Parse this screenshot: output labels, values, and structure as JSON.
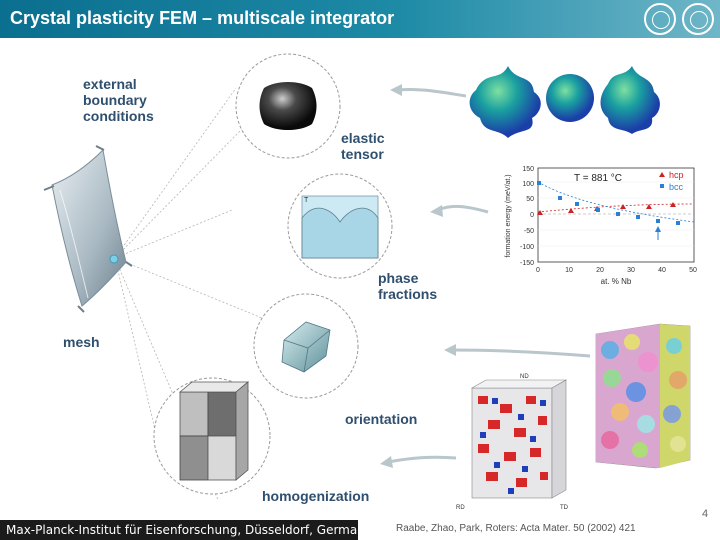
{
  "header": {
    "title": "Crystal plasticity FEM – multiscale integrator"
  },
  "labels": {
    "external_bc": "external\nboundary\nconditions",
    "elastic": "elastic\ntensor",
    "phase": "phase\nfractions",
    "mesh": "mesh",
    "orientation": "orientation",
    "homogenization": "homogenization"
  },
  "plot": {
    "annotation": "T = 881 °C",
    "ylabel": "formation energy (meV/at.)",
    "xlabel": "at. % Nb",
    "xticks": [
      "0",
      "10",
      "20",
      "30",
      "40",
      "50"
    ],
    "yticks": [
      "150",
      "100",
      "50",
      "0",
      "-50",
      "-100",
      "-150"
    ],
    "legend": [
      {
        "name": "hcp",
        "color": "#cc2222"
      },
      {
        "name": "bcc",
        "color": "#2a7fd6"
      }
    ]
  },
  "grain_axes": {
    "nd": "ND",
    "rd": "RD",
    "td": "TD"
  },
  "footer": {
    "institute": "Max-Planck-Institut für Eisenforschung, Düsseldorf, Germany",
    "citation": "Raabe, Zhao, Park, Roters: Acta Mater. 50 (2002) 421",
    "page": "4"
  },
  "colors": {
    "title_bar": "#1d8aa6",
    "label_text": "#2f4f6f",
    "footer_bar": "#1b1b1b"
  },
  "icons": [
    "institute-seal-icon",
    "institute-logo-icon"
  ]
}
